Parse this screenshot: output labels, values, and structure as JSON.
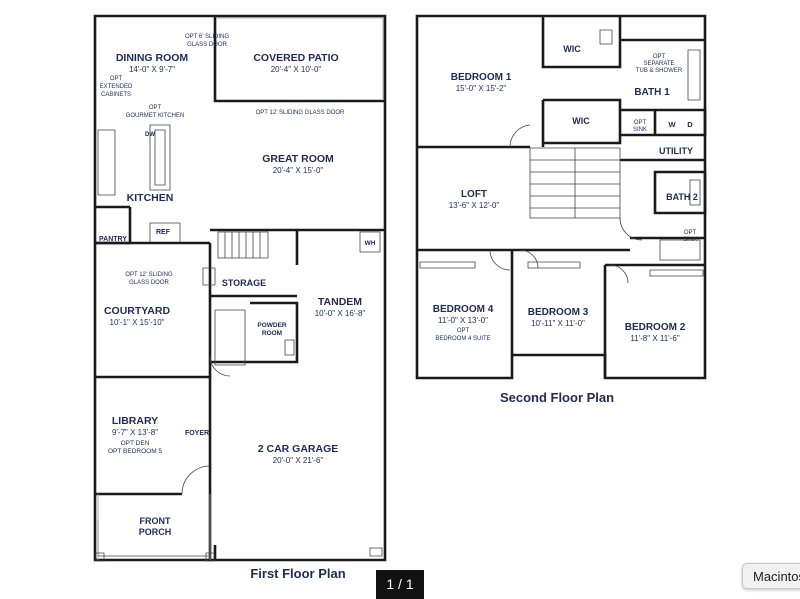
{
  "first_floor": {
    "title": "First Floor Plan",
    "rooms": {
      "dining": {
        "name": "DINING ROOM",
        "dim": "14'-0\" X 9'-7\""
      },
      "patio": {
        "name": "COVERED PATIO",
        "dim": "20'-4\" X 10'-0\""
      },
      "great": {
        "name": "GREAT ROOM",
        "dim": "20'-4\" X 15'-0\""
      },
      "kitchen": {
        "name": "KITCHEN"
      },
      "pantry": {
        "name": "PANTRY"
      },
      "ref": {
        "name": "REF"
      },
      "wh": {
        "name": "WH"
      },
      "storage": {
        "name": "STORAGE"
      },
      "tandem": {
        "name": "TANDEM",
        "dim": "10'-0\" X 16'-8\""
      },
      "courtyard": {
        "name": "COURTYARD",
        "dim": "10'-1\" X 15'-10\""
      },
      "powder_1": {
        "name": "POWDER"
      },
      "powder_2": {
        "name": "ROOM"
      },
      "library": {
        "name": "LIBRARY",
        "dim": "9'-7\" X 13'-8\""
      },
      "foyer": {
        "name": "FOYER"
      },
      "garage": {
        "name": "2 CAR GARAGE",
        "dim": "20'-0\" X 21'-6\""
      },
      "porch_1": {
        "name": "FRONT"
      },
      "porch_2": {
        "name": "PORCH"
      },
      "dw": {
        "name": "DW"
      }
    },
    "notes": {
      "sliding6_1": "OPT 6' SLIDING",
      "sliding6_2": "GLASS DOOR",
      "ext_cab_1": "OPT",
      "ext_cab_2": "EXTENDED",
      "ext_cab_3": "CABINETS",
      "gourmet_1": "OPT",
      "gourmet_2": "GOURMET KITCHEN",
      "sliding12": "OPT 12' SLIDING GLASS DOOR",
      "court_slide_1": "OPT 12' SLIDING",
      "court_slide_2": "GLASS DOOR",
      "den_1": "OPT DEN",
      "den_2": "OPT BEDROOM 5"
    }
  },
  "second_floor": {
    "title": "Second Floor Plan",
    "rooms": {
      "bed1": {
        "name": "BEDROOM 1",
        "dim": "15'-0\" X 15'-2\""
      },
      "wic1": {
        "name": "WIC"
      },
      "wic2": {
        "name": "WIC"
      },
      "bath1": {
        "name": "BATH 1"
      },
      "utility": {
        "name": "UTILITY"
      },
      "loft": {
        "name": "LOFT",
        "dim": "13'-6\" X 12'-0\""
      },
      "bath2": {
        "name": "BATH 2"
      },
      "bed4": {
        "name": "BEDROOM 4",
        "dim": "11'-0\" X 13'-0\""
      },
      "bed3": {
        "name": "BEDROOM 3",
        "dim": "10'-11\" X 11'-0\""
      },
      "bed2": {
        "name": "BEDROOM 2",
        "dim": "11'-8\" X 11'-6\""
      },
      "w": {
        "name": "W"
      },
      "d": {
        "name": "D"
      }
    },
    "notes": {
      "tub_1": "OPT",
      "tub_2": "SEPARATE",
      "tub_3": "TUB & SHOWER",
      "optsink1_1": "OPT",
      "optsink1_2": "SINK",
      "optsink2_1": "OPT",
      "optsink2_2": "SINK",
      "suite_1": "OPT",
      "suite_2": "BEDROOM 4 SUITE"
    }
  },
  "viewer": {
    "page_indicator": "1 / 1",
    "dock_tooltip": "Macintosh"
  }
}
